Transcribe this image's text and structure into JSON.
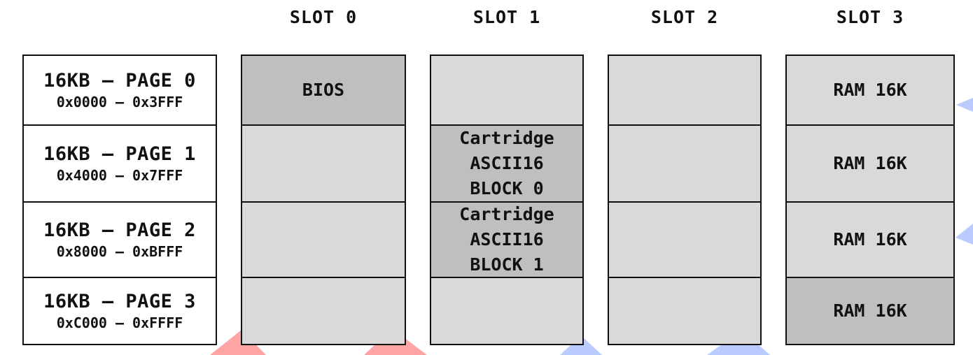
{
  "colors": {
    "border": "#111111",
    "empty_cell": "#d9d9d9",
    "occupied_cell": "#bfbfbf",
    "page_cell": "#ffffff",
    "watermark_red": "#ff5a5a",
    "watermark_blue": "#3c64ff"
  },
  "pages": [
    {
      "title": "16KB — PAGE 0",
      "range": "0x0000 – 0x3FFF"
    },
    {
      "title": "16KB — PAGE 1",
      "range": "0x4000 – 0x7FFF"
    },
    {
      "title": "16KB — PAGE 2",
      "range": "0x8000 – 0xBFFF"
    },
    {
      "title": "16KB — PAGE 3",
      "range": "0xC000 – 0xFFFF"
    }
  ],
  "slots": [
    {
      "title": "SLOT 0",
      "cells": [
        {
          "label": "BIOS",
          "occupied": true
        },
        {
          "label": "",
          "occupied": false
        },
        {
          "label": "",
          "occupied": false
        },
        {
          "label": "",
          "occupied": false
        }
      ]
    },
    {
      "title": "SLOT 1",
      "cells": [
        {
          "label": "",
          "occupied": false
        },
        {
          "label": "Cartridge\nASCII16\nBLOCK 0",
          "occupied": true
        },
        {
          "label": "Cartridge\nASCII16\nBLOCK 1",
          "occupied": true
        },
        {
          "label": "",
          "occupied": false
        }
      ]
    },
    {
      "title": "SLOT 2",
      "cells": [
        {
          "label": "",
          "occupied": false
        },
        {
          "label": "",
          "occupied": false
        },
        {
          "label": "",
          "occupied": false
        },
        {
          "label": "",
          "occupied": false
        }
      ]
    },
    {
      "title": "SLOT 3",
      "cells": [
        {
          "label": "RAM 16K",
          "occupied": false
        },
        {
          "label": "RAM 16K",
          "occupied": false
        },
        {
          "label": "RAM 16K",
          "occupied": false
        },
        {
          "label": "RAM 16K",
          "occupied": true
        }
      ]
    }
  ]
}
